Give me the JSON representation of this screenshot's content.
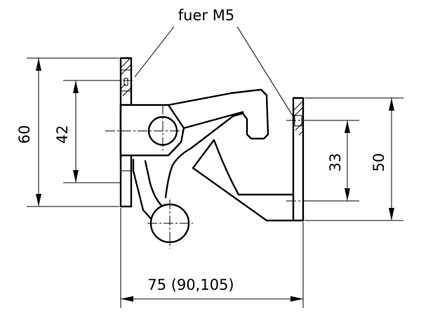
{
  "note": {
    "text": "fuer M5"
  },
  "dimensions": {
    "height_left_outer": "60",
    "height_left_inner": "42",
    "height_right_inner": "33",
    "height_right_outer": "50",
    "width_bottom": "75 (90,105)"
  }
}
